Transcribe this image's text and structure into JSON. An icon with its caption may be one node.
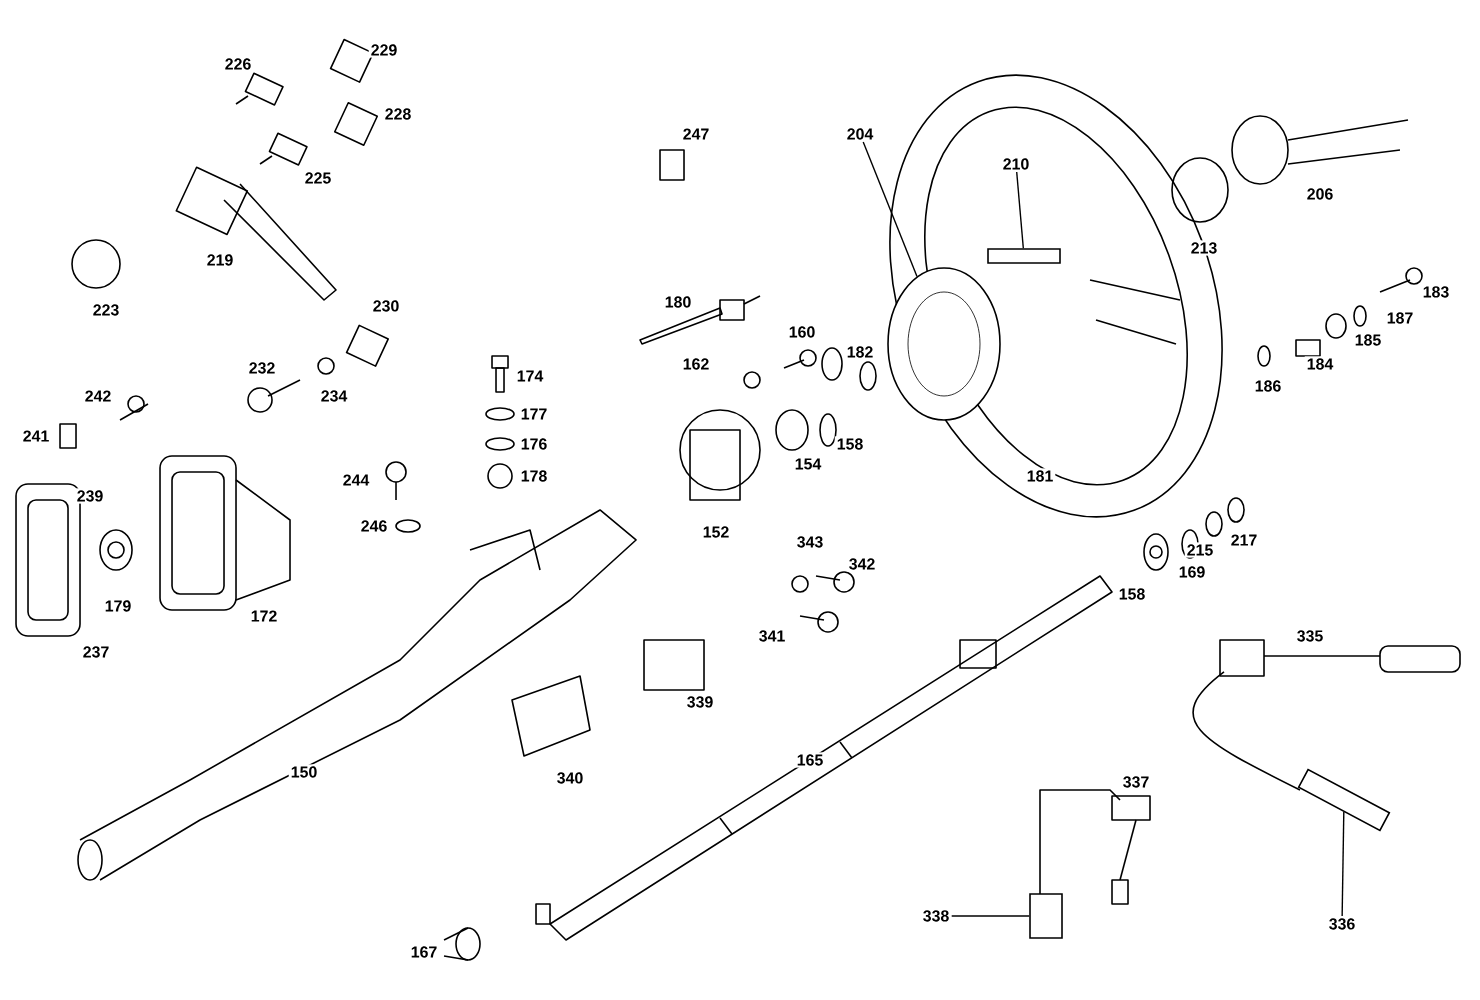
{
  "diagram": {
    "nodes": [
      {
        "text": [
          "204"
        ]
      },
      {
        "text": [],
        "shape": "circle"
      },
      {
        "text": [
          "210"
        ]
      },
      {
        "text": [],
        "shape": "bar"
      },
      {
        "text": [
          "338"
        ]
      },
      {
        "text": [],
        "shape": "box"
      },
      {
        "text": [
          "336"
        ]
      },
      {
        "text": [],
        "shape": "bar"
      }
    ],
    "edges": [
      {
        "from": 0,
        "to": 1,
        "arrow": "none"
      },
      {
        "from": 2,
        "to": 3,
        "arrow": "none"
      },
      {
        "from": 4,
        "to": 5,
        "arrow": "none"
      },
      {
        "from": 6,
        "to": 7,
        "arrow": "none"
      }
    ],
    "labels": [
      "226",
      "229",
      "228",
      "225",
      "247",
      "219",
      "223",
      "180",
      "230",
      "160",
      "162",
      "182",
      "232",
      "234",
      "174",
      "177",
      "176",
      "178",
      "242",
      "241",
      "239",
      "244",
      "154",
      "158",
      "246",
      "152",
      "179",
      "172",
      "237",
      "343",
      "342",
      "341",
      "150",
      "339",
      "340",
      "165",
      "167",
      "337",
      "206",
      "213",
      "183",
      "187",
      "185",
      "184",
      "186",
      "181",
      "158",
      "169",
      "215",
      "217",
      "335"
    ]
  }
}
